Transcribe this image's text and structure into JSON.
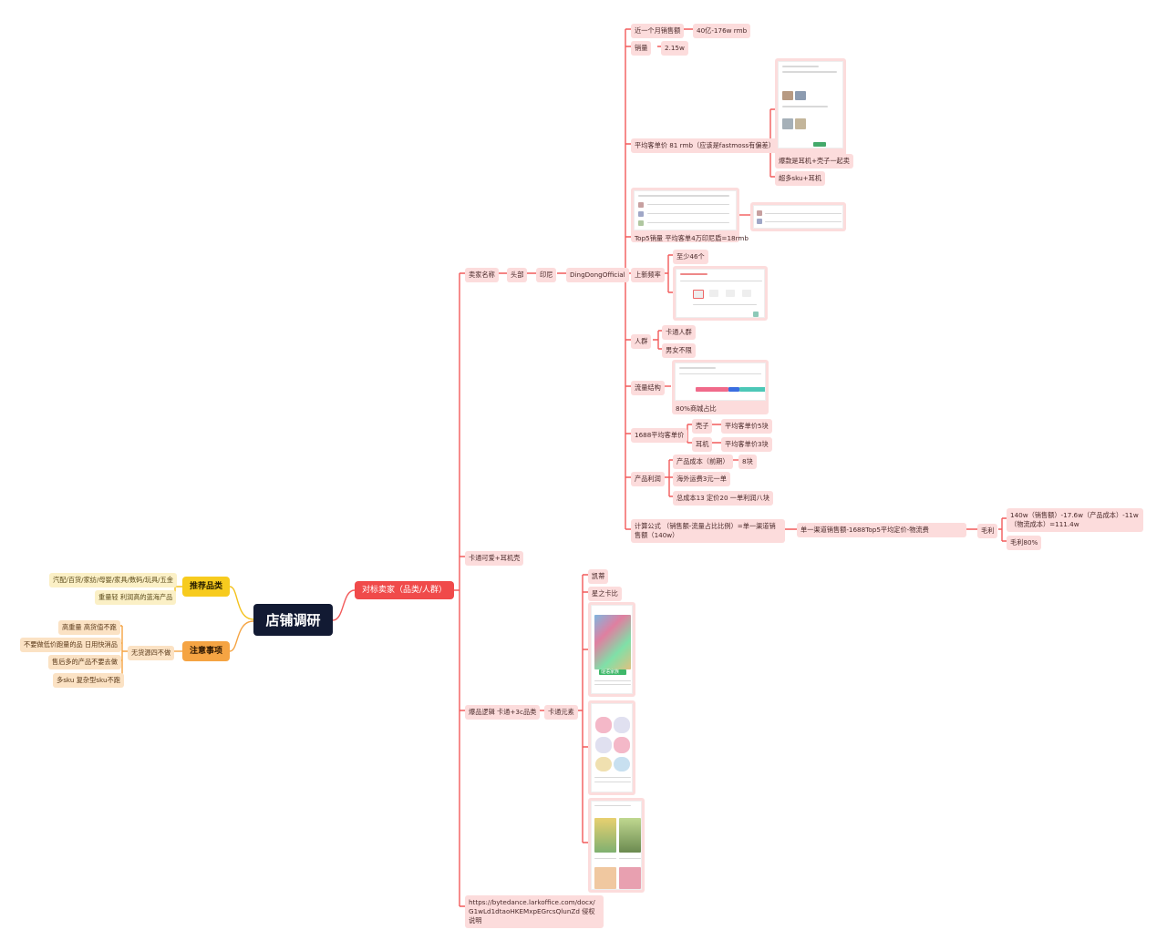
{
  "root": "店铺调研",
  "left": {
    "recommend": {
      "label": "推荐品类",
      "items": [
        "汽配/百货/家纺/母婴/家具/数码/玩具/五金",
        "重量轻 利润高的蓝海产品"
      ]
    },
    "notes": {
      "label": "注意事项",
      "sub": "无货源四不做",
      "items": [
        "高重量 高货值不跑",
        "不要做低价跑量的品 日用快消品",
        "售后多的产品不要去做",
        "多sku 复杂型sku不跑"
      ]
    }
  },
  "right": {
    "label": "对标卖家（品类/人群）",
    "seller": {
      "label": "卖家名称",
      "head": "头部",
      "country": "印尼",
      "name": "DingDongOfficial",
      "monthly": {
        "label": "近一个月销售额",
        "value": "40亿-176w rmb"
      },
      "volume": {
        "label": "销量",
        "value": "2.15w"
      },
      "avg_price": {
        "label": "平均客单价 81 rmb（应该是fastmoss有偏差）",
        "hot": "爆款是耳机+壳子一起卖",
        "sku": "超多sku+耳机"
      },
      "top5": {
        "label": "Top5销量 平均客单4万印尼盾=18rmb"
      },
      "frequency": {
        "label": "上新频率",
        "value": "至少46个"
      },
      "crowd": {
        "label": "人群",
        "items": [
          "卡通人群",
          "男女不限"
        ]
      },
      "traffic": {
        "label": "流量结构",
        "value": "80%商城占比"
      },
      "price1688": {
        "label": "1688平均客单价",
        "items": [
          {
            "name": "壳子",
            "value": "平均客单价5块"
          },
          {
            "name": "耳机",
            "value": "平均客单价3块"
          }
        ]
      },
      "profit": {
        "label": "产品利润",
        "cost": "产品成本（前期）",
        "cost_value": "8块",
        "shipping": "海外运费3元一单",
        "total": "总成本13 定价20 一单利润八块"
      },
      "formula": {
        "label": "计算公式 （销售额-流量占比比例）=单一渠道销售额（140w）",
        "step": "单一渠道销售额-1688Top5平均定价-物流费",
        "gross": "毛利",
        "result": "140w（销售额）-17.6w（产品成本）-11w（物流成本）=111.4w",
        "rate": "毛利80%"
      }
    },
    "cartoon_case": "卡通可爱+耳机壳",
    "logic": {
      "label": "爆品逻辑 卡通+3c品类",
      "element": "卡通元素",
      "items": [
        "凯蒂",
        "星之卡比"
      ],
      "banner": "谜语家族"
    },
    "link": "https://bytedance.larkoffice.com/docx/G1wLd1dtaoHKEMxpEGrcsQlunZd 侵权说明"
  },
  "colors": {
    "red_line": "#f25a5a",
    "yellow_line": "#f4c21d",
    "orange_line": "#f5a443",
    "root_bg": "#121a33"
  }
}
